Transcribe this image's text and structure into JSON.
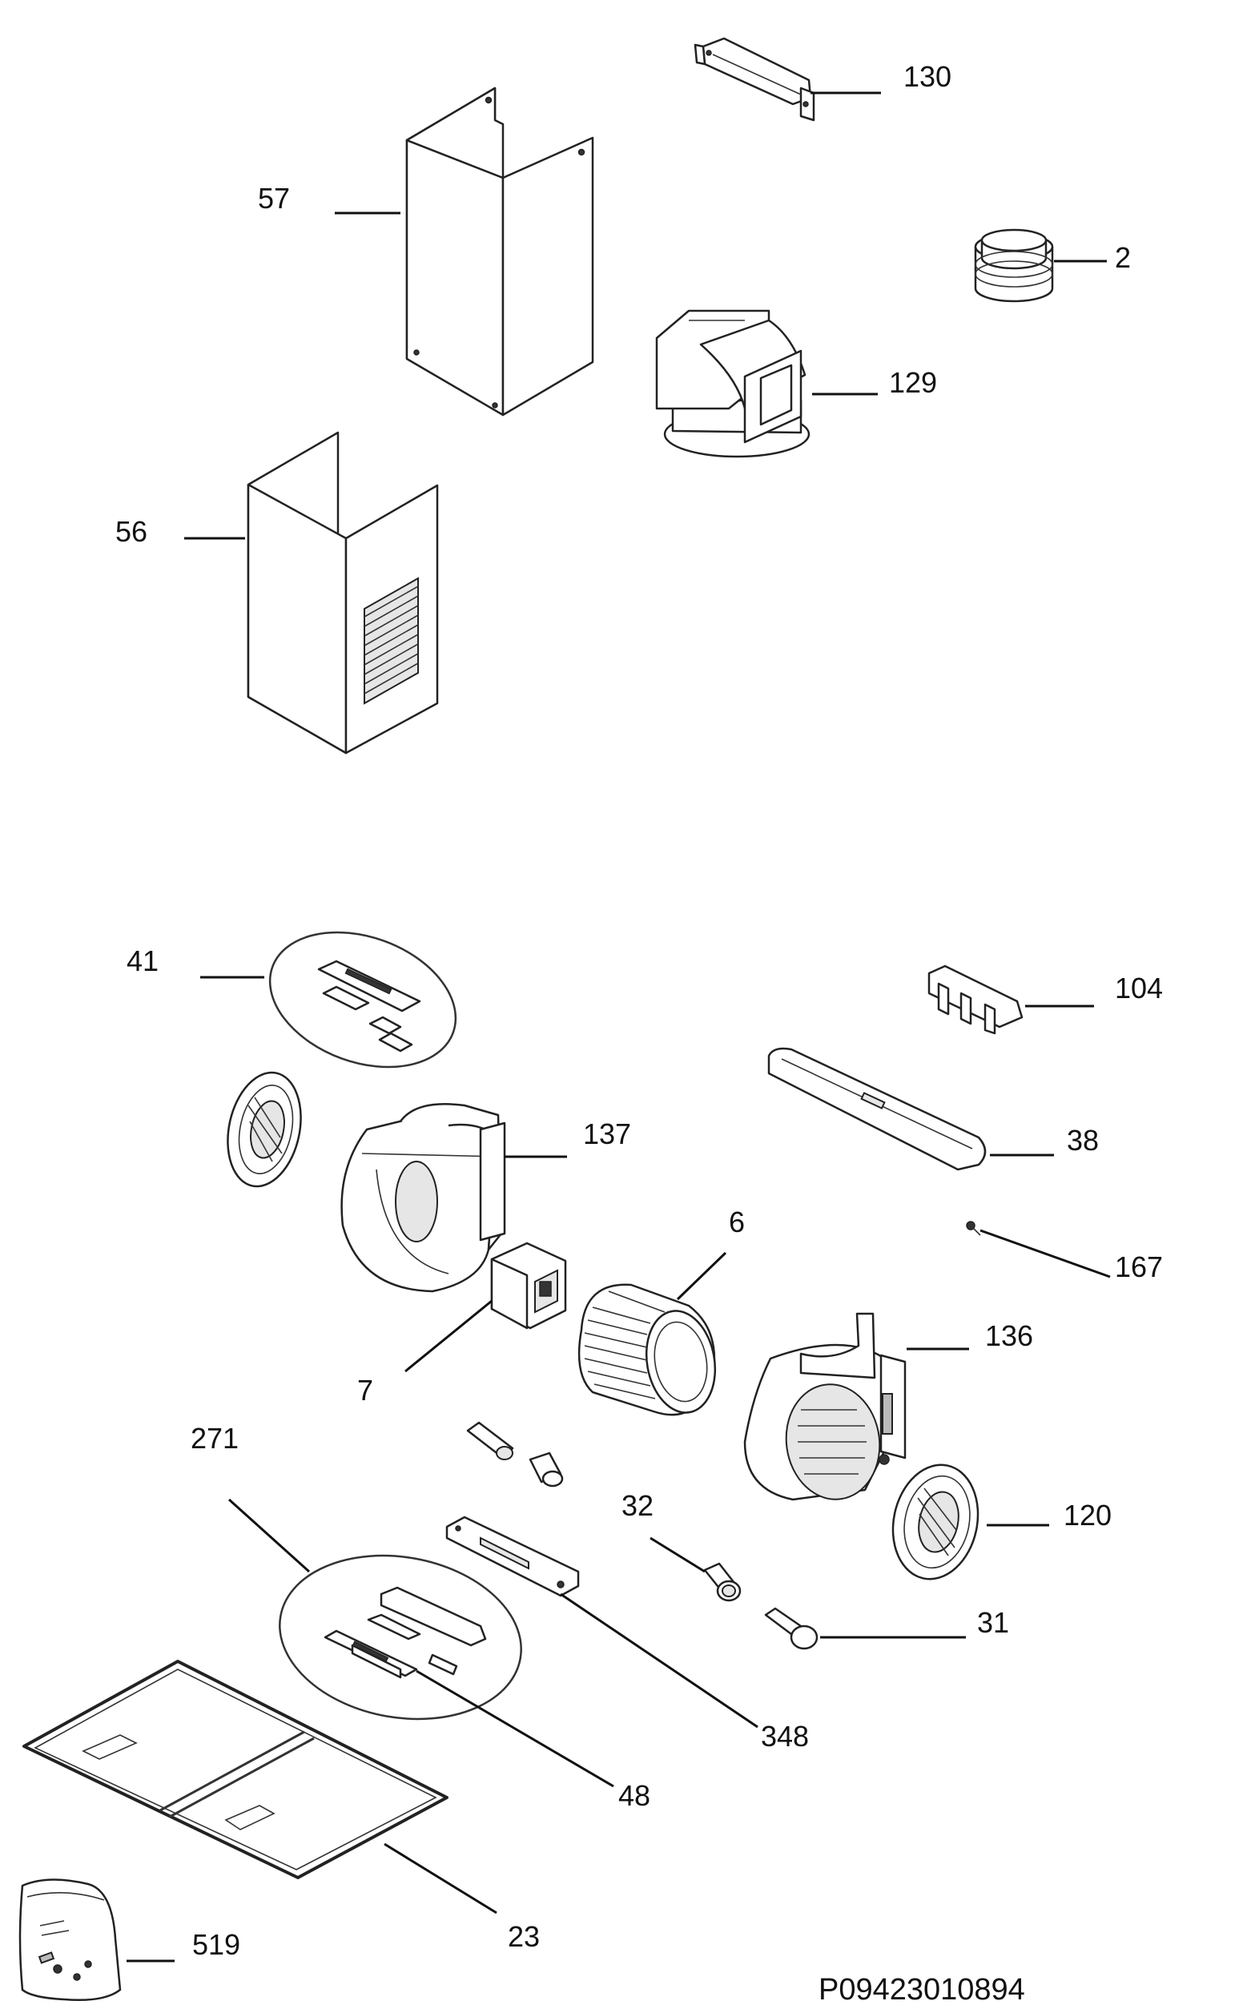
{
  "labels": {
    "p130": "130",
    "p57": "57",
    "p2": "2",
    "p129": "129",
    "p56": "56",
    "p41": "41",
    "p104": "104",
    "p137": "137",
    "p38": "38",
    "p6": "6",
    "p167": "167",
    "p136": "136",
    "p7": "7",
    "p271": "271",
    "p32": "32",
    "p120": "120",
    "p31": "31",
    "p348": "348",
    "p48": "48",
    "p23": "23",
    "p519": "519"
  },
  "drawing_code": "P09423010894"
}
